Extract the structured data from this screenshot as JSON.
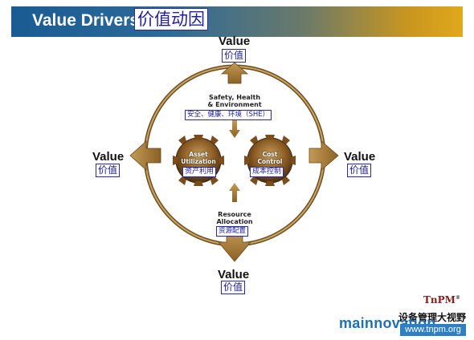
{
  "header": {
    "title": "Value Drivers",
    "title_cn": "价值动因"
  },
  "outputs": {
    "top": {
      "en": "Value",
      "cn": "价值"
    },
    "left": {
      "en": "Value",
      "cn": "价值"
    },
    "right": {
      "en": "Value",
      "cn": "价值"
    },
    "bottom": {
      "en": "Value",
      "cn": "价值"
    }
  },
  "shes": {
    "line1": "Safety, Health",
    "line2": "& Environment",
    "cn": "安全、健康、环境（SHE）"
  },
  "asset": {
    "line1": "Asset",
    "line2": "Utilization",
    "cn": "资产利用"
  },
  "cost": {
    "line1": "Cost",
    "line2": "Control",
    "cn": "成本控制"
  },
  "resource": {
    "line1": "Resource",
    "line2": "Allocation",
    "cn": "资源配置"
  },
  "logo": {
    "tnpm": "TnPM",
    "tnpm_mark": "®",
    "cn": "设备管理大视野",
    "main": "mainnovation",
    "url": "www.tnpm.org"
  },
  "colors": {
    "gold": "#b88a3a",
    "navy": "#1a5b93",
    "link": "#1a1aa0"
  }
}
